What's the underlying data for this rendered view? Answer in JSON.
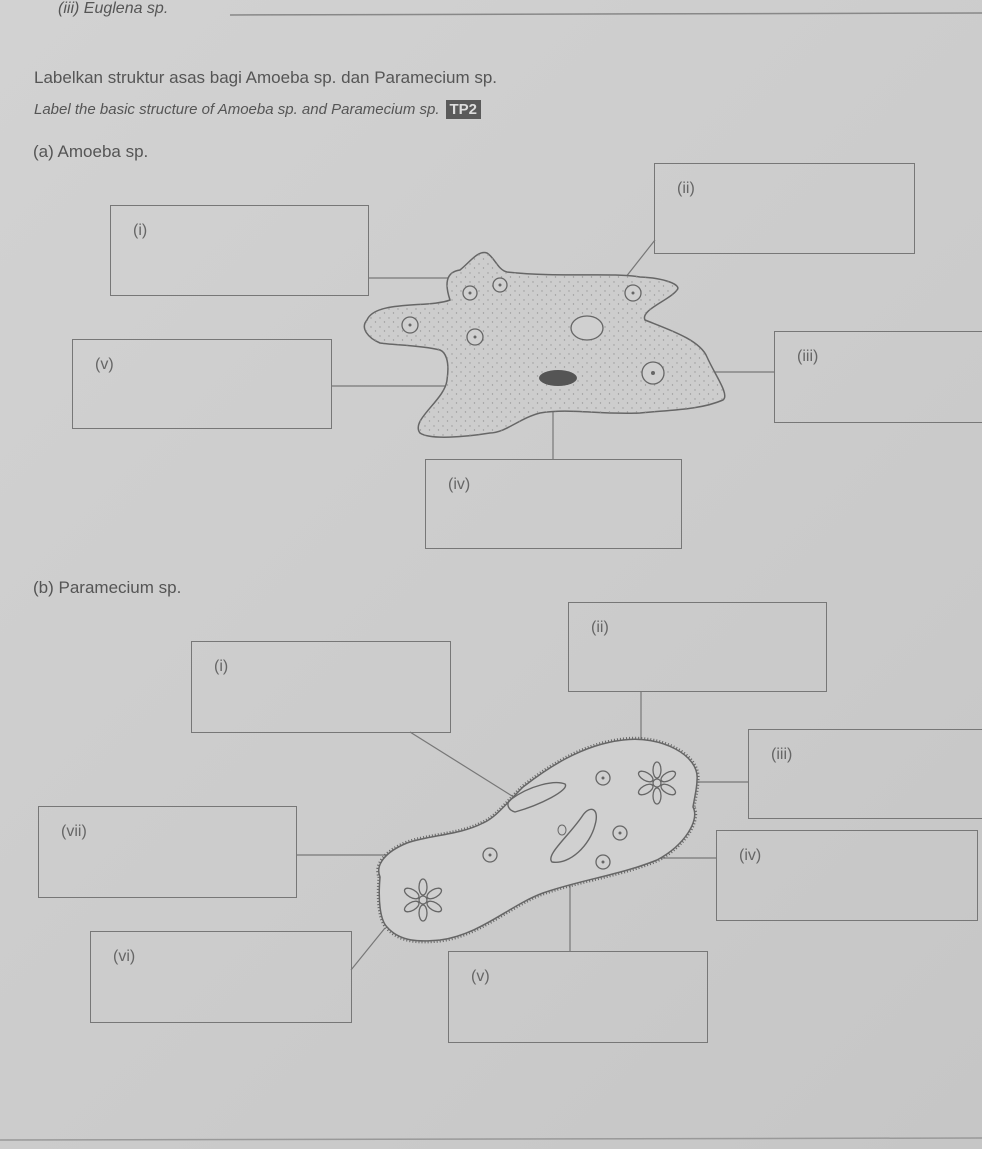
{
  "header": {
    "prev_item": "(iii) Euglena sp."
  },
  "question": {
    "instruction_ms": "Labelkan struktur asas bagi Amoeba sp. dan Paramecium sp.",
    "instruction_en": "Label the basic structure of Amoeba sp. and Paramecium sp.",
    "badge": "TP2"
  },
  "amoeba": {
    "title": "(a) Amoeba sp.",
    "labels": [
      "(i)",
      "(ii)",
      "(iii)",
      "(iv)",
      "(v)"
    ]
  },
  "paramecium": {
    "title": "(b) Paramecium sp.",
    "labels": [
      "(i)",
      "(ii)",
      "(iii)",
      "(iv)",
      "(v)",
      "(vi)",
      "(vii)"
    ]
  }
}
